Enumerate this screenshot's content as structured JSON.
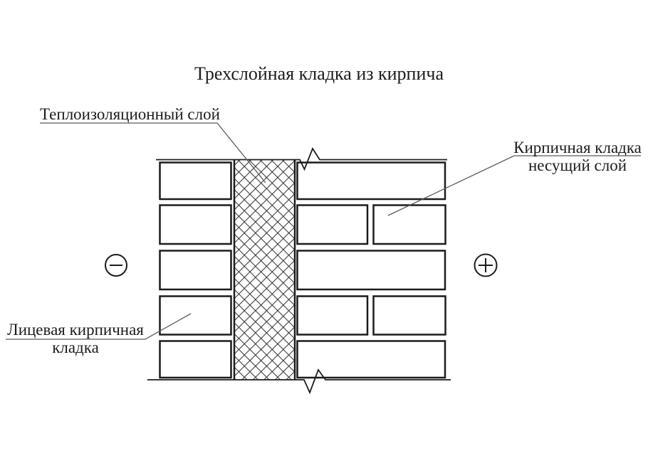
{
  "title": "Трехслойная кладка из кирпича",
  "labels": {
    "insulation": {
      "text": "Теплоизоляционный слой"
    },
    "bearing": {
      "line1": "Кирпичная кладка",
      "line2": "несущий слой"
    },
    "facing": {
      "line1": "Лицевая кирпичная",
      "line2": "кладка"
    }
  },
  "symbols": {
    "cold_marker": "minus-in-circle",
    "warm_marker": "plus-in-circle"
  },
  "colors": {
    "background": "#ffffff",
    "line": "#1c1c1c",
    "leader": "#5a5a5a",
    "hatch": "#2e2e2e"
  }
}
